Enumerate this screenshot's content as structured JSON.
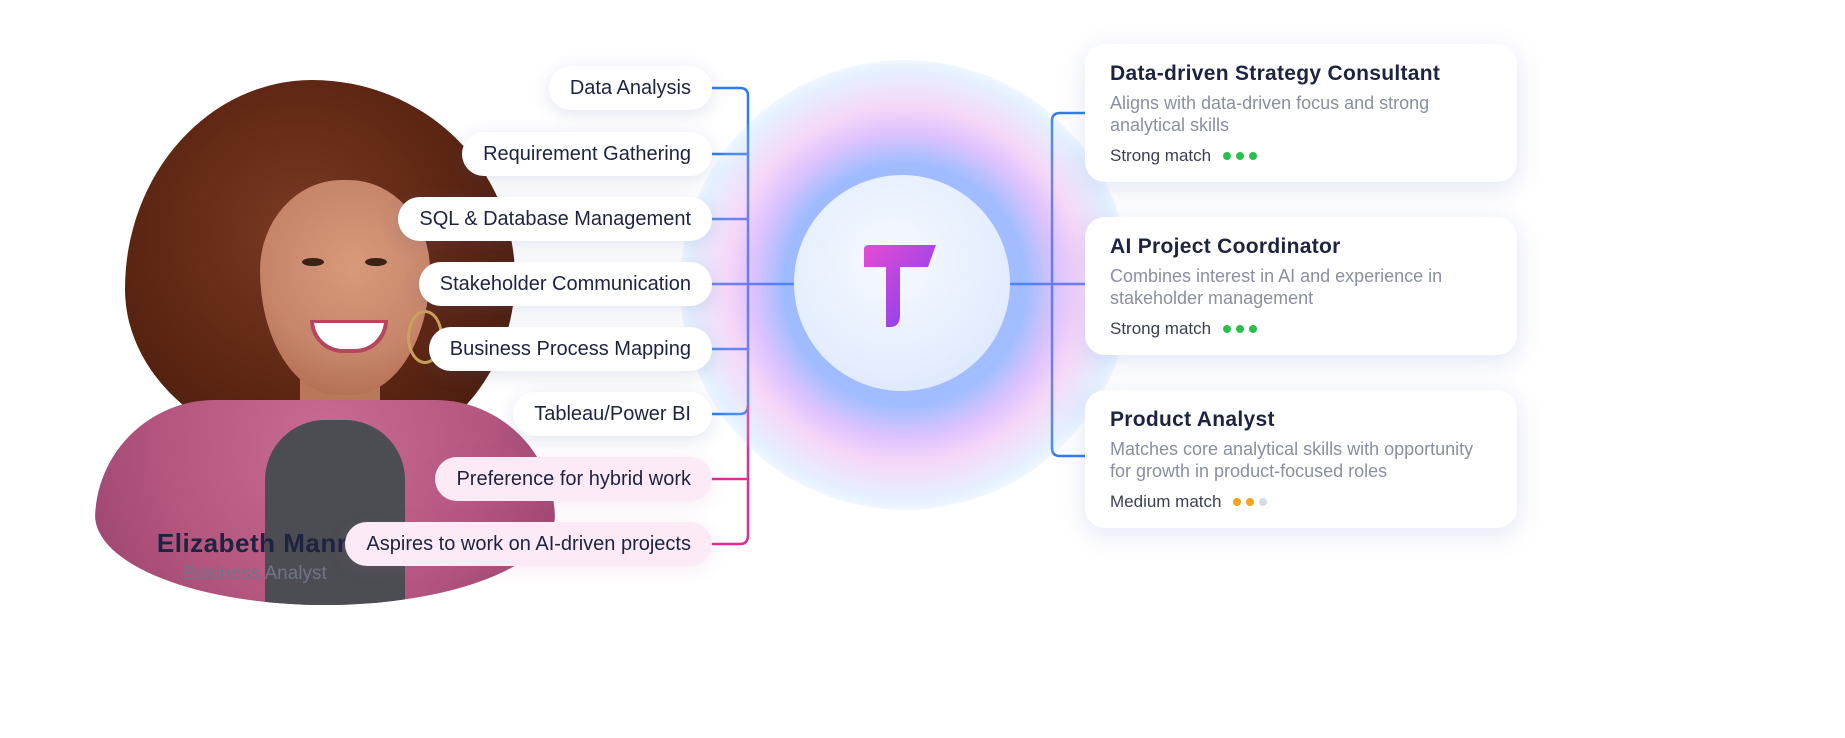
{
  "person": {
    "name": "Elizabeth Mann",
    "role": "Business Analyst"
  },
  "skills": [
    "Data Analysis",
    "Requirement Gathering",
    "SQL & Database Management",
    "Stakeholder Communication",
    "Business Process Mapping",
    "Tableau/Power BI"
  ],
  "preferences": [
    "Preference for hybrid work",
    "Aspires to work on AI-driven projects"
  ],
  "matches": [
    {
      "title": "Data-driven Strategy Consultant",
      "description": "Aligns with data-driven focus and strong analytical skills",
      "match_label": "Strong match",
      "level": 3
    },
    {
      "title": "AI Project Coordinator",
      "description": "Combines interest in AI and experience in stakeholder management",
      "match_label": "Strong match",
      "level": 3
    },
    {
      "title": "Product Analyst",
      "description": "Matches core analytical skills with opportunity for growth in product-focused roles",
      "match_label": "Medium match",
      "level": 2
    }
  ],
  "colors": {
    "skill_line": "#2f7cf0",
    "preference_line": "#df2c97",
    "strong_dot": "#27c24c",
    "medium_dot": "#f5a31a",
    "empty_dot": "#d7dbe6"
  }
}
